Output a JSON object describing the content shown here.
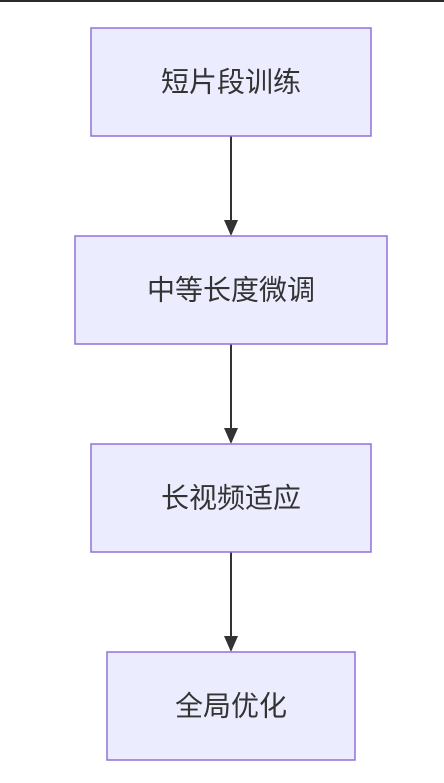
{
  "diagram": {
    "type": "flowchart",
    "direction": "top-down",
    "nodes": [
      {
        "id": "n1",
        "label": "短片段训练"
      },
      {
        "id": "n2",
        "label": "中等长度微调"
      },
      {
        "id": "n3",
        "label": "长视频适应"
      },
      {
        "id": "n4",
        "label": "全局优化"
      }
    ],
    "edges": [
      {
        "from": "n1",
        "to": "n2"
      },
      {
        "from": "n2",
        "to": "n3"
      },
      {
        "from": "n3",
        "to": "n4"
      }
    ],
    "colors": {
      "node_fill": "#ececff",
      "node_border": "#9370db",
      "text": "#333333",
      "edge": "#333333"
    }
  }
}
